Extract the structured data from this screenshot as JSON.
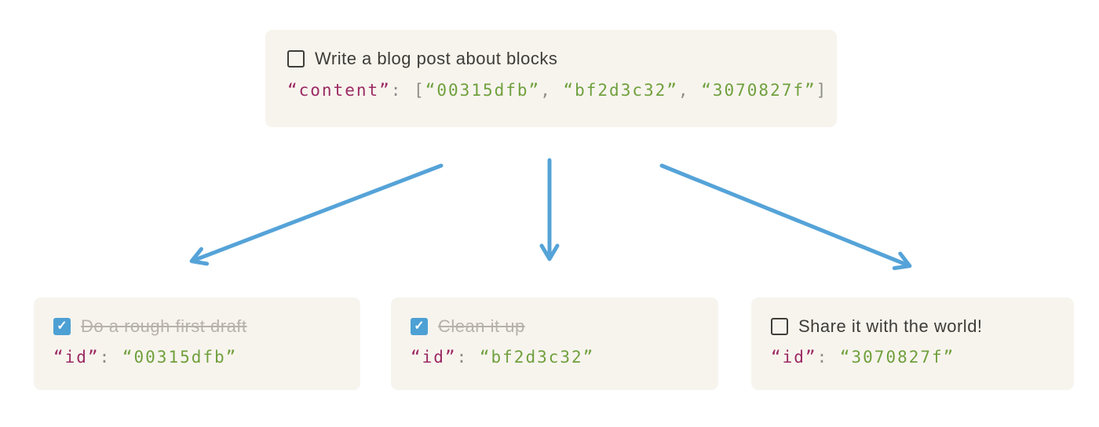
{
  "colors": {
    "canvas_bg": "#ffffff",
    "card_bg": "#f7f4ee",
    "text": "#3e3c37",
    "done_text": "#b6b2ab",
    "code_key": "#9c2a63",
    "code_string": "#70a03d",
    "code_punct": "#8d8d89",
    "checkbox_checked": "#4da0d4",
    "checkbox_border": "#3f3d38",
    "arrow": "#55a3d8"
  },
  "icons": {
    "checkmark": "✓"
  },
  "parent_block": {
    "title": "Write a blog post about blocks",
    "checked": false,
    "code": {
      "key": "“content”",
      "colon": ": ",
      "open_bracket": "[",
      "items": [
        "“00315dfb”",
        "“bf2d3c32”",
        "“3070827f”"
      ],
      "separator": ", ",
      "close_bracket": "]"
    }
  },
  "children": [
    {
      "title": "Do a rough first draft",
      "checked": true,
      "code": {
        "key": "“id”",
        "colon": ": ",
        "value": "“00315dfb”"
      }
    },
    {
      "title": "Clean it up",
      "checked": true,
      "code": {
        "key": "“id”",
        "colon": ": ",
        "value": "“bf2d3c32”"
      }
    },
    {
      "title": "Share it with the world!",
      "checked": false,
      "code": {
        "key": "“id”",
        "colon": ": ",
        "value": "“3070827f”"
      }
    }
  ]
}
